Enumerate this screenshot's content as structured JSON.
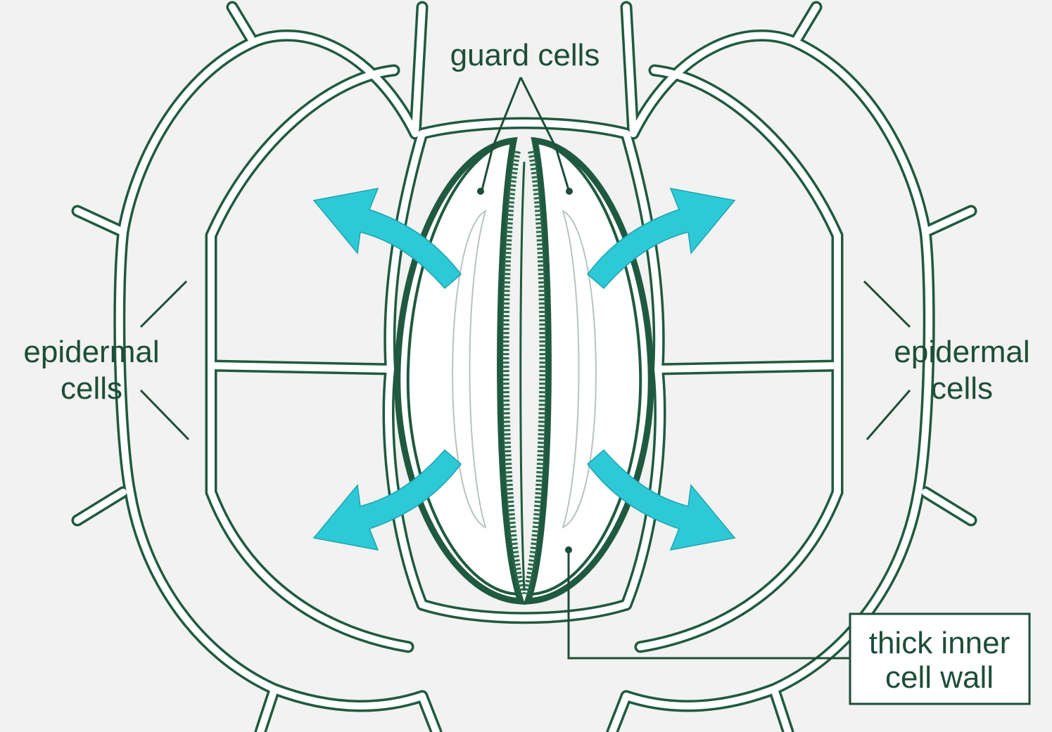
{
  "labels": {
    "guard_cells": "guard cells",
    "epidermal_left_1": "epidermal",
    "epidermal_left_2": "cells",
    "epidermal_right_1": "epidermal",
    "epidermal_right_2": "cells",
    "thick_wall_1": "thick inner",
    "thick_wall_2": "cell wall"
  },
  "colors": {
    "background": "#f1f2f1",
    "cell_wall": "#1f5a40",
    "label_text": "#1d4d38",
    "arrow": "#2ec9d6"
  }
}
